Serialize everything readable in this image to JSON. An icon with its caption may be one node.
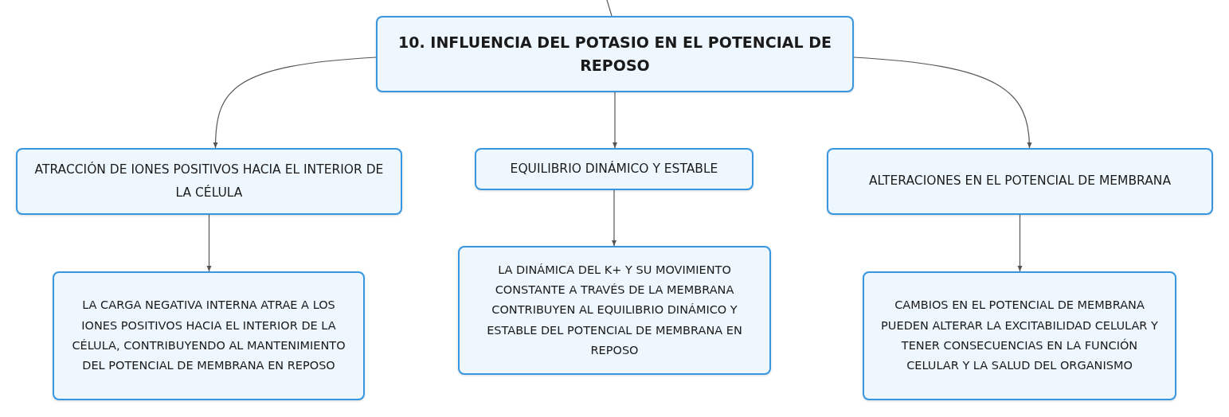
{
  "diagram": {
    "nodes": [
      {
        "text": [
          "10. INFLUENCIA DEL POTASIO EN EL POTENCIAL DE REPOSO"
        ]
      },
      {
        "text": [
          "ATRACCIÓN DE IONES POSITIVOS HACIA EL INTERIOR DE LA CÉLULA"
        ]
      },
      {
        "text": [
          "EQUILIBRIO DINÁMICO Y ESTABLE"
        ]
      },
      {
        "text": [
          "ALTERACIONES EN EL POTENCIAL DE MEMBRANA"
        ]
      },
      {
        "text": [
          "LA CARGA NEGATIVA INTERNA ATRAE A LOS IONES POSITIVOS HACIA EL INTERIOR DE LA CÉLULA, CONTRIBUYENDO AL MANTENIMIENTO DEL POTENCIAL DE MEMBRANA EN REPOSO"
        ]
      },
      {
        "text": [
          "LA DINÁMICA DEL K+ Y SU MOVIMIENTO CONSTANTE A TRAVÉS DE LA MEMBRANA CONTRIBUYEN AL EQUILIBRIO DINÁMICO Y ESTABLE DEL POTENCIAL DE MEMBRANA EN REPOSO"
        ]
      },
      {
        "text": [
          "CAMBIOS EN EL POTENCIAL DE MEMBRANA PUEDEN ALTERAR LA EXCITABILIDAD CELULAR Y TENER CONSECUENCIAS EN LA FUNCIÓN CELULAR Y LA SALUD DEL ORGANISMO"
        ]
      }
    ],
    "edges": [
      {
        "from": null,
        "to": 0,
        "arrow": "none"
      },
      {
        "from": 0,
        "to": 1,
        "arrow": "to"
      },
      {
        "from": 0,
        "to": 2,
        "arrow": "to"
      },
      {
        "from": 0,
        "to": 3,
        "arrow": "to"
      },
      {
        "from": 1,
        "to": 4,
        "arrow": "to"
      },
      {
        "from": 2,
        "to": 5,
        "arrow": "to"
      },
      {
        "from": 3,
        "to": 6,
        "arrow": "to"
      }
    ]
  }
}
